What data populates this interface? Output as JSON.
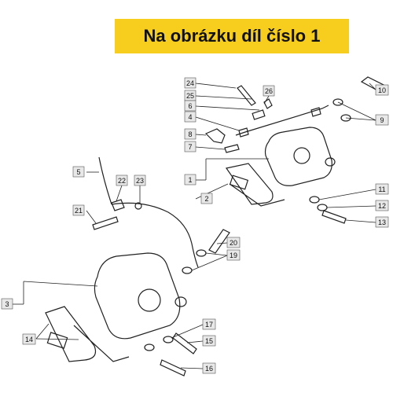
{
  "banner": {
    "text": "Na obrázku díl číslo 1"
  },
  "parts": [
    "1",
    "2",
    "3",
    "4",
    "5",
    "6",
    "7",
    "8",
    "9",
    "10",
    "11",
    "12",
    "13",
    "14",
    "15",
    "16",
    "17",
    "19",
    "20",
    "21",
    "22",
    "23",
    "24",
    "25",
    "26"
  ],
  "colors": {
    "banner": "#f7ce1e",
    "line": "#222222",
    "label_box": "#e8e8e8"
  }
}
